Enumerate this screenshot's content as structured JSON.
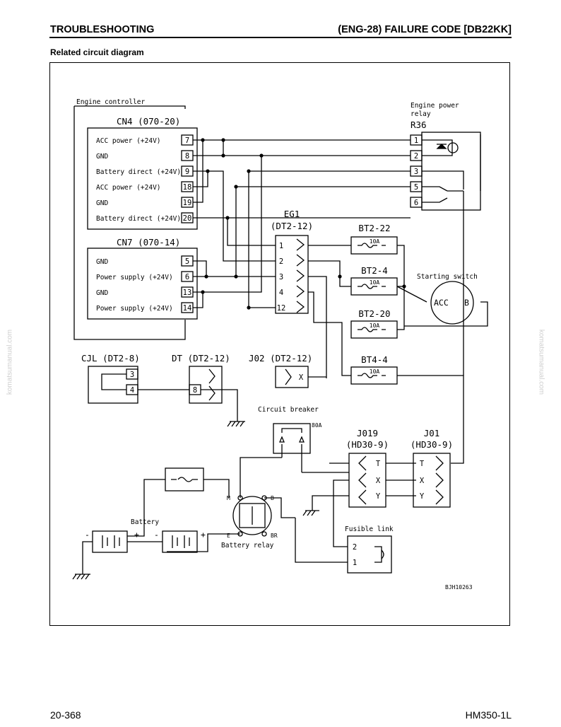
{
  "header": {
    "left": "TROUBLESHOOTING",
    "right": "(ENG-28) FAILURE CODE [DB22KK]"
  },
  "subtitle": "Related circuit diagram",
  "footer": {
    "left": "20-368",
    "right": "HM350-1L"
  },
  "watermark": "komatsumanual.com",
  "diagram": {
    "engine_controller": {
      "label": "Engine controller",
      "cn4": {
        "title": "CN4 (070-20)",
        "rows": [
          {
            "label": "ACC power (+24V)",
            "pin": "7"
          },
          {
            "label": "GND",
            "pin": "8"
          },
          {
            "label": "Battery direct (+24V)",
            "pin": "9"
          },
          {
            "label": "ACC power (+24V)",
            "pin": "18"
          },
          {
            "label": "GND",
            "pin": "19"
          },
          {
            "label": "Battery direct (+24V)",
            "pin": "20"
          }
        ]
      },
      "cn7": {
        "title": "CN7 (070-14)",
        "rows": [
          {
            "label": "GND",
            "pin": "5"
          },
          {
            "label": "Power supply (+24V)",
            "pin": "6"
          },
          {
            "label": "GND",
            "pin": "13"
          },
          {
            "label": "Power supply (+24V)",
            "pin": "14"
          }
        ]
      }
    },
    "relay_r36": {
      "label_line1": "Engine power",
      "label_line2": "relay",
      "id": "R36",
      "pins": [
        "1",
        "2",
        "3",
        "5",
        "6"
      ]
    },
    "eg1": {
      "title": "EG1",
      "subtitle": "(DT2-12)",
      "pins": [
        "1",
        "2",
        "3",
        "4",
        "12"
      ]
    },
    "fuses": [
      {
        "id": "BT2-22",
        "rating": "10A"
      },
      {
        "id": "BT2-4",
        "rating": "10A"
      },
      {
        "id": "BT2-20",
        "rating": "10A"
      },
      {
        "id": "BT4-4",
        "rating": "10A"
      }
    ],
    "starting_switch": {
      "label": "Starting switch",
      "acc": "ACC",
      "b": "B"
    },
    "cjl": {
      "title": "CJL (DT2-8)",
      "pins": [
        "3",
        "4"
      ]
    },
    "dt": {
      "title": "DT (DT2-12)",
      "pin": "8"
    },
    "j02": {
      "title": "J02 (DT2-12)",
      "pin": "X"
    },
    "circuit_breaker": {
      "label": "Circuit breaker",
      "rating": "80A"
    },
    "j019": {
      "title": "J019",
      "subtitle": "(HD30-9)",
      "pins": [
        "T",
        "X",
        "Y"
      ]
    },
    "j01": {
      "title": "J01",
      "subtitle": "(HD30-9)",
      "pins": [
        "T",
        "X",
        "Y"
      ]
    },
    "battery": {
      "label": "Battery",
      "minus": "-",
      "plus": "+",
      "minus2": "-",
      "plus2": "+"
    },
    "battery_relay": {
      "label": "Battery relay",
      "m": "M",
      "b": "B",
      "e": "E",
      "br": "BR"
    },
    "fusible_link": {
      "label": "Fusible link",
      "pins": [
        "2",
        "1"
      ]
    },
    "drawing_code": "BJH10263"
  }
}
